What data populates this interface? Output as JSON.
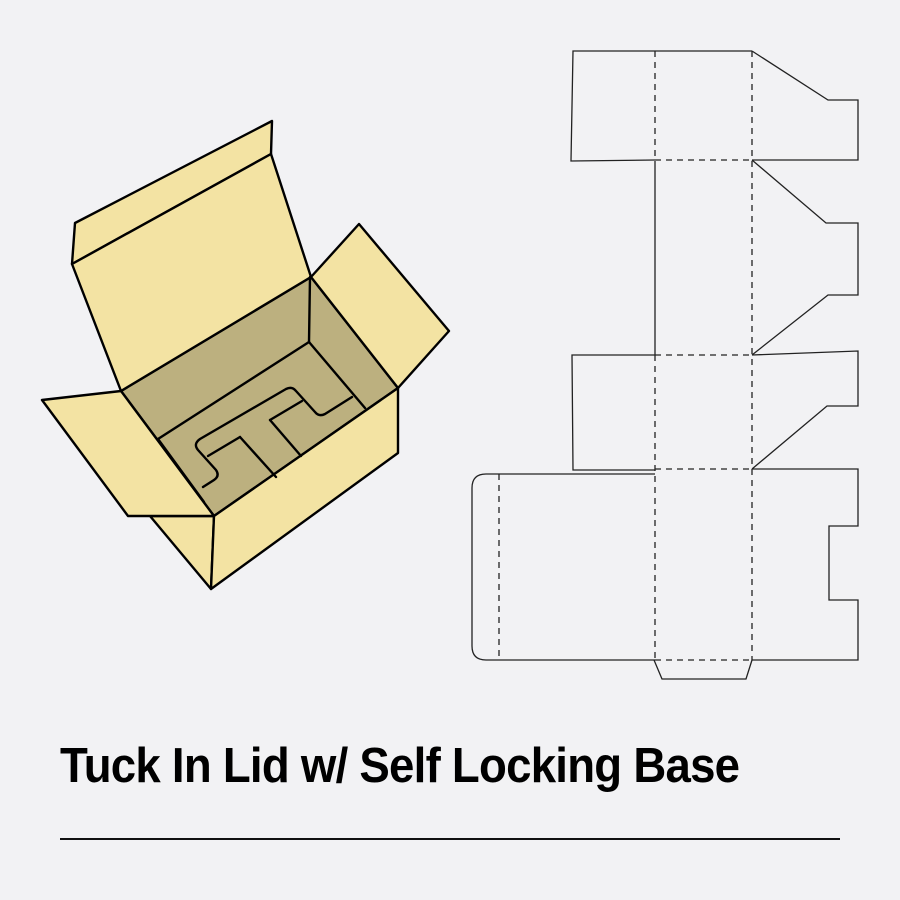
{
  "title": "Tuck In Lid w/ Self Locking Base",
  "colors": {
    "background": "#F2F2F4",
    "panel_light": "#F3E3A3",
    "panel_dark": "#BCB07F",
    "outline": "#000000",
    "dieline": "#222222"
  },
  "illustration": {
    "box_3d": "open-tuck-box-with-insert",
    "dieline": "flat-template-cut-and-fold-lines"
  }
}
